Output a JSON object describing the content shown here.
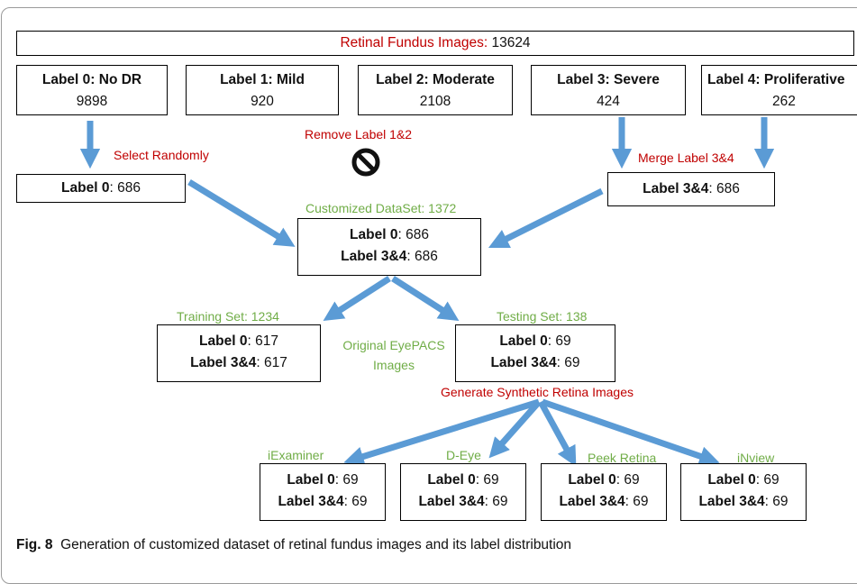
{
  "title": {
    "label": "Retinal Fundus Images",
    "count": "13624"
  },
  "labels": [
    {
      "name": "Label 0: No DR",
      "count": "9898"
    },
    {
      "name": "Label 1: Mild",
      "count": "920"
    },
    {
      "name": "Label 2: Moderate",
      "count": "2108"
    },
    {
      "name": "Label 3: Severe",
      "count": "424"
    },
    {
      "name": "Label 4: Proliferative",
      "count": "262"
    }
  ],
  "steps": {
    "select": "Select Randomly",
    "remove": "Remove Label 1&2",
    "merge": "Merge Label 3&4"
  },
  "selected": {
    "label": "Label 0",
    "value": "686"
  },
  "merged": {
    "label": "Label 3&4",
    "value": "686"
  },
  "customized": {
    "title": "Customized DataSet: 1372",
    "l0": "Label 0",
    "l0v": "686",
    "l34": "Label 3&4",
    "l34v": "686"
  },
  "training": {
    "title": "Training Set: 1234",
    "l0": "Label 0",
    "l0v": "617",
    "l34": "Label 3&4",
    "l34v": "617"
  },
  "testing": {
    "title": "Testing Set: 138",
    "l0": "Label 0",
    "l0v": "69",
    "l34": "Label 3&4",
    "l34v": "69"
  },
  "original": {
    "line1": "Original EyePACS",
    "line2": "Images"
  },
  "generate": "Generate Synthetic Retina Images",
  "devices": [
    {
      "name": "iExaminer",
      "l0": "Label 0",
      "l0v": "69",
      "l34": "Label 3&4",
      "l34v": "69"
    },
    {
      "name": "D-Eye",
      "l0": "Label 0",
      "l0v": "69",
      "l34": "Label 3&4",
      "l34v": "69"
    },
    {
      "name": "Peek Retina",
      "l0": "Label 0",
      "l0v": "69",
      "l34": "Label 3&4",
      "l34v": "69"
    },
    {
      "name": "iNview",
      "l0": "Label 0",
      "l0v": "69",
      "l34": "Label 3&4",
      "l34v": "69"
    }
  ],
  "caption": {
    "fig": "Fig. 8",
    "text": "Generation of customized dataset of retinal fundus images and its label distribution"
  },
  "colors": {
    "arrow": "#5b9bd5",
    "red_text": "#c00000",
    "green_text": "#70ad47"
  },
  "icons": {
    "remove": "no-entry-icon"
  }
}
